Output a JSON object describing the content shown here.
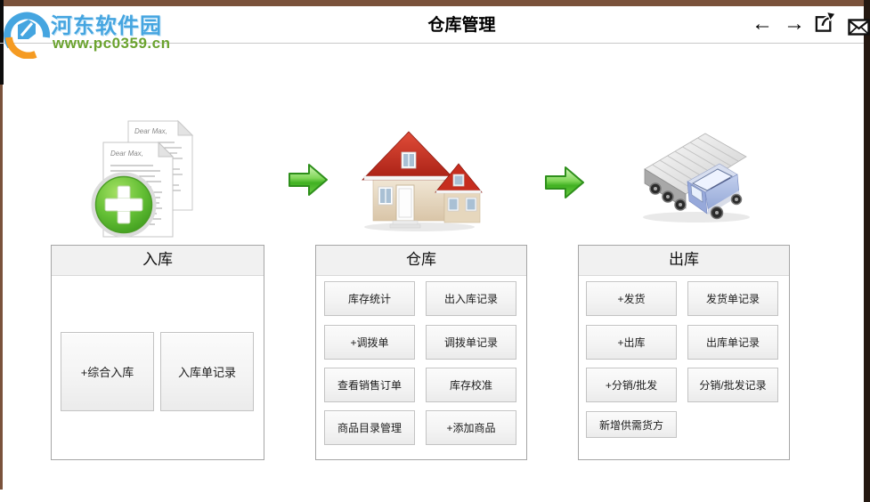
{
  "window": {
    "title": "仓库管理"
  },
  "watermark": {
    "site_name": "河东软件园",
    "site_url": "www.pc0359.cn"
  },
  "toolbar": {
    "back_glyph": "←",
    "forward_glyph": "→"
  },
  "flow": {
    "icons": [
      "add-documents",
      "warehouse-house",
      "delivery-truck"
    ],
    "document_note": "Dear Max,"
  },
  "colors": {
    "top_bar_brown": "#7a523b",
    "edge_strip_dark": "#241811",
    "arrow_green": "#3fae29",
    "logo_blue": "#45a5e0",
    "logo_green": "#6ba32f",
    "panel_header_bg": "#f1f1f1"
  },
  "panels": [
    {
      "title": "入库",
      "buttons": [
        "+综合入库",
        "入库单记录"
      ]
    },
    {
      "title": "仓库",
      "buttons": [
        "库存统计",
        "出入库记录",
        "+调拨单",
        "调拨单记录",
        "查看销售订单",
        "库存校准",
        "商品目录管理",
        "+添加商品"
      ]
    },
    {
      "title": "出库",
      "buttons": [
        "+发货",
        "发货单记录",
        "+出库",
        "出库单记录",
        "+分销/批发",
        "分销/批发记录",
        "新增供需货方"
      ]
    }
  ]
}
